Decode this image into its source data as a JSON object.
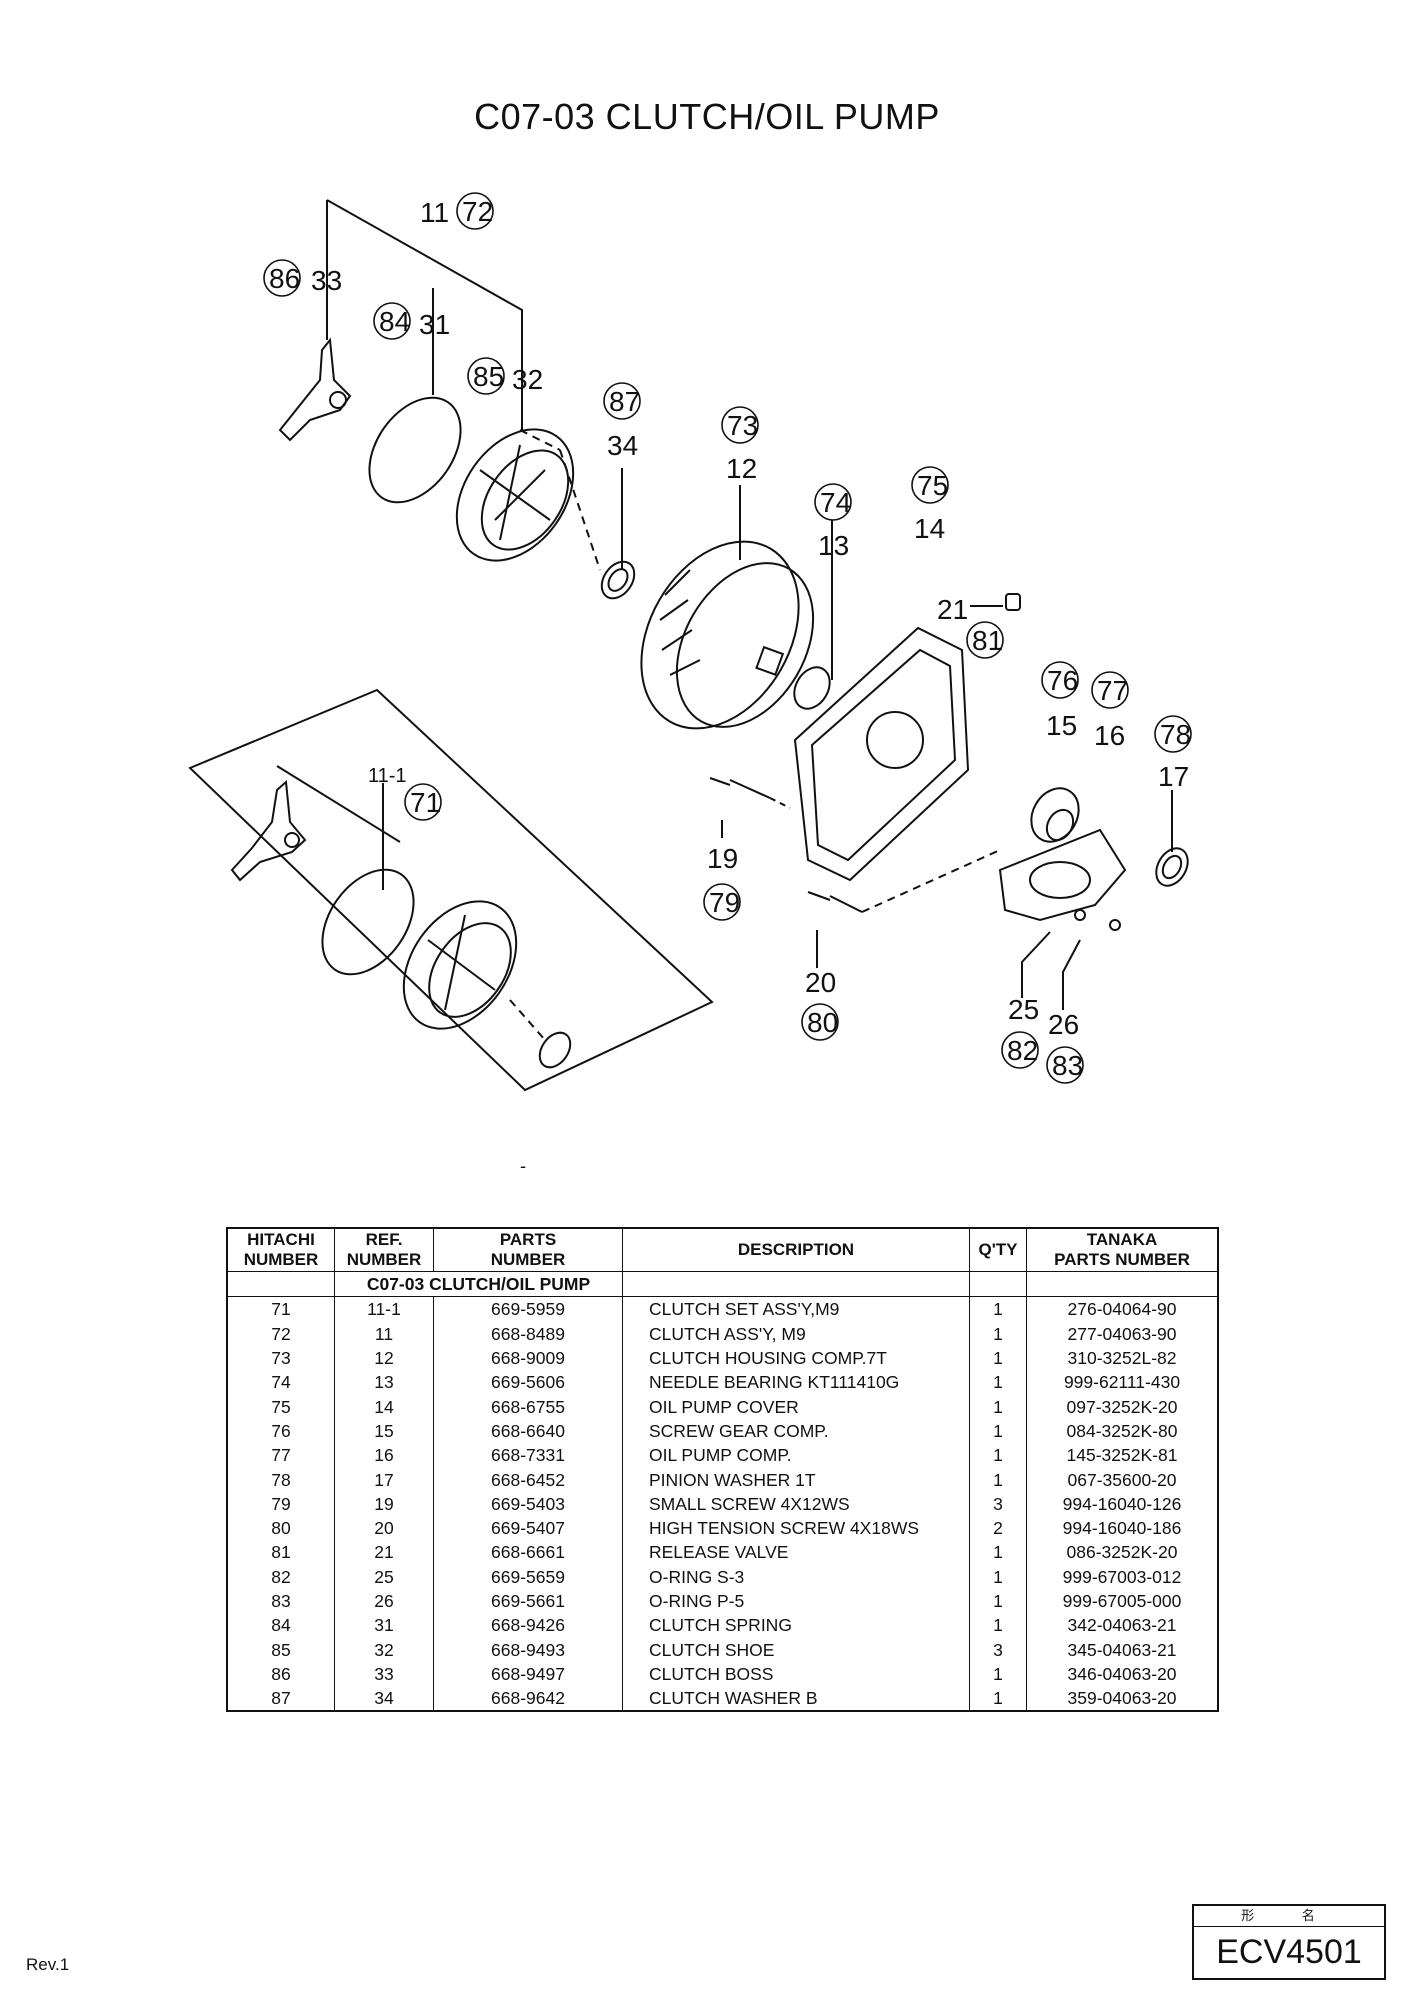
{
  "page_title": "C07-03 CLUTCH/OIL PUMP",
  "diagram": {
    "callouts": [
      "11",
      "72",
      "33",
      "86",
      "31",
      "84",
      "32",
      "85",
      "34",
      "87",
      "12",
      "73",
      "13",
      "74",
      "14",
      "75",
      "21",
      "81",
      "15",
      "76",
      "16",
      "77",
      "17",
      "78",
      "19",
      "79",
      "20",
      "80",
      "25",
      "82",
      "26",
      "83",
      "11-1",
      "71"
    ],
    "circled": [
      "72",
      "86",
      "84",
      "85",
      "87",
      "73",
      "74",
      "75",
      "81",
      "76",
      "77",
      "78",
      "79",
      "80",
      "82",
      "83",
      "71"
    ]
  },
  "table": {
    "headers": {
      "hitachi": [
        "HITACHI",
        "NUMBER"
      ],
      "ref": [
        "REF.",
        "NUMBER"
      ],
      "parts": [
        "PARTS",
        "NUMBER"
      ],
      "description": "DESCRIPTION",
      "qty": "Q'TY",
      "tanaka": [
        "TANAKA",
        "PARTS NUMBER"
      ]
    },
    "group_label": "C07-03 CLUTCH/OIL PUMP",
    "rows": [
      [
        "71",
        "11-1",
        "669-5959",
        "CLUTCH SET ASS'Y,M9",
        "1",
        "276-04064-90"
      ],
      [
        "72",
        "11",
        "668-8489",
        "CLUTCH ASS'Y, M9",
        "1",
        "277-04063-90"
      ],
      [
        "73",
        "12",
        "668-9009",
        "CLUTCH HOUSING COMP.7T",
        "1",
        "310-3252L-82"
      ],
      [
        "74",
        "13",
        "669-5606",
        "NEEDLE BEARING KT111410G",
        "1",
        "999-62111-430"
      ],
      [
        "75",
        "14",
        "668-6755",
        "OIL PUMP COVER",
        "1",
        "097-3252K-20"
      ],
      [
        "76",
        "15",
        "668-6640",
        "SCREW GEAR COMP.",
        "1",
        "084-3252K-80"
      ],
      [
        "77",
        "16",
        "668-7331",
        "OIL PUMP COMP.",
        "1",
        "145-3252K-81"
      ],
      [
        "78",
        "17",
        "668-6452",
        "PINION WASHER 1T",
        "1",
        "067-35600-20"
      ],
      [
        "79",
        "19",
        "669-5403",
        "SMALL SCREW 4X12WS",
        "3",
        "994-16040-126"
      ],
      [
        "80",
        "20",
        "669-5407",
        "HIGH TENSION SCREW 4X18WS",
        "2",
        "994-16040-186"
      ],
      [
        "81",
        "21",
        "668-6661",
        "RELEASE VALVE",
        "1",
        "086-3252K-20"
      ],
      [
        "82",
        "25",
        "669-5659",
        "O-RING S-3",
        "1",
        "999-67003-012"
      ],
      [
        "83",
        "26",
        "669-5661",
        "O-RING P-5",
        "1",
        "999-67005-000"
      ],
      [
        "84",
        "31",
        "668-9426",
        "CLUTCH SPRING",
        "1",
        "342-04063-21"
      ],
      [
        "85",
        "32",
        "668-9493",
        "CLUTCH SHOE",
        "3",
        "345-04063-21"
      ],
      [
        "86",
        "33",
        "668-9497",
        "CLUTCH BOSS",
        "1",
        "346-04063-20"
      ],
      [
        "87",
        "34",
        "668-9642",
        "CLUTCH WASHER B",
        "1",
        "359-04063-20"
      ]
    ]
  },
  "footer": {
    "revision": "Rev.1",
    "model_label": "形 名",
    "model": "ECV4501"
  }
}
